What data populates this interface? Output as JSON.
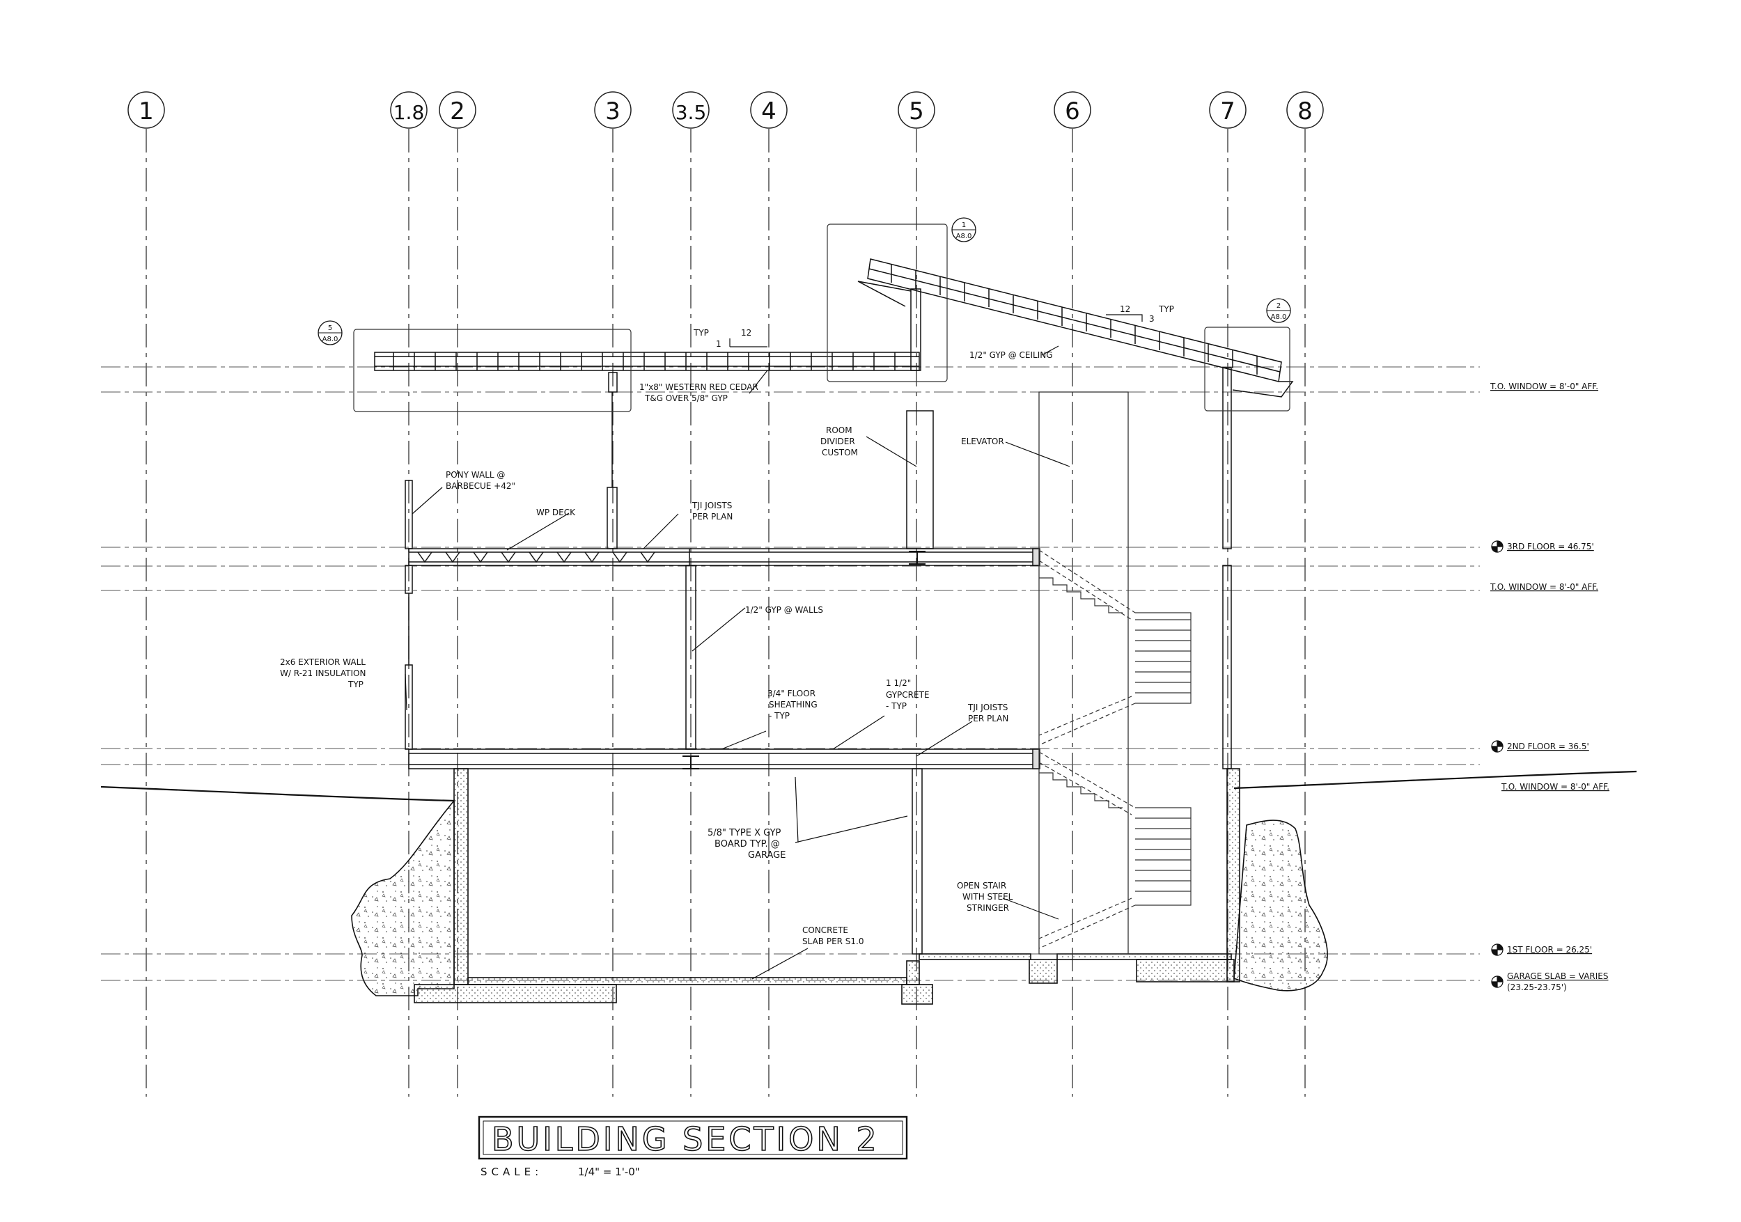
{
  "grid_labels": [
    "1",
    "1.8",
    "2",
    "3",
    "3.5",
    "4",
    "5",
    "6",
    "7",
    "8"
  ],
  "levels": [
    "T.O. WINDOW = 8'-0\" AFF.",
    "3RD FLOOR = 46.75'",
    "T.O. WINDOW = 8'-0\" AFF.",
    "2ND FLOOR = 36.5'",
    "T.O. WINDOW = 8'-0\" AFF.",
    "1ST FLOOR = 26.25'",
    "GARAGE SLAB = VARIES",
    "(23.25-23.75')"
  ],
  "detail_tags": [
    {
      "num": "5",
      "sheet": "A8.0"
    },
    {
      "num": "1",
      "sheet": "A8.0"
    },
    {
      "num": "2",
      "sheet": "A8.0"
    }
  ],
  "slopes": [
    {
      "typ": "TYP",
      "run": "1",
      "rise": "12"
    },
    {
      "typ": "TYP",
      "run": "12",
      "rise": "3"
    }
  ],
  "notes": {
    "cedar_1": "1\"x8\" WESTERN RED CEDAR",
    "cedar_2": "T&G OVER 5/8\" GYP",
    "ceiling": "1/2\" GYP @ CEILING",
    "room_divider_1": "ROOM",
    "room_divider_2": "DIVIDER",
    "room_divider_3": "CUSTOM",
    "elevator": "ELEVATOR",
    "pony_wall_1": "PONY WALL @",
    "pony_wall_2": "BARBECUE +42\"",
    "wp_deck": "WP DECK",
    "tji_upper_1": "TJI JOISTS",
    "tji_upper_2": "PER PLAN",
    "gyp_walls": "1/2\" GYP @ WALLS",
    "ext_wall_1": "2x6 EXTERIOR WALL",
    "ext_wall_2": "W/ R-21 INSULATION",
    "ext_wall_3": "TYP",
    "floor_sheath_1": "3/4\" FLOOR",
    "floor_sheath_2": "SHEATHING",
    "floor_sheath_3": "- TYP",
    "gypcrete_1": "1 1/2\"",
    "gypcrete_2": "GYPCRETE",
    "gypcrete_3": "- TYP",
    "tji_lower_1": "TJI JOISTS",
    "tji_lower_2": "PER PLAN",
    "typex_1": "5/8\" TYPE X GYP",
    "typex_2": "BOARD TYP. @",
    "typex_3": "GARAGE",
    "stair_1": "OPEN STAIR",
    "stair_2": "WITH STEEL",
    "stair_3": "STRINGER",
    "slab_1": "CONCRETE",
    "slab_2": "SLAB PER S1.0"
  },
  "title": "BUILDING SECTION 2",
  "scale_label": "SCALE:",
  "scale_value": "1/4\" = 1'-0\""
}
